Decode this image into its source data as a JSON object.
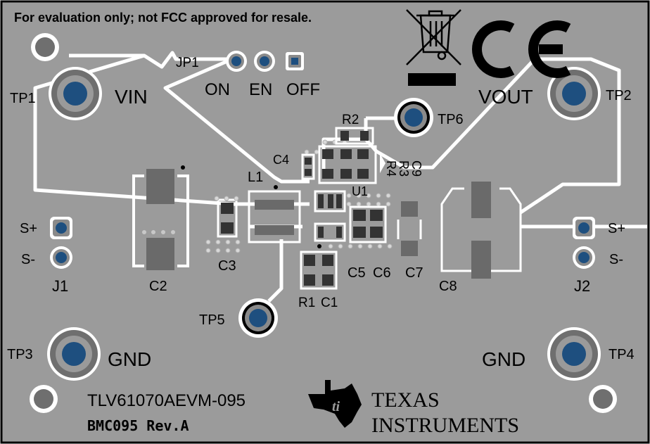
{
  "board": {
    "background": "#9b9b9b",
    "trace_color": "#ffffff",
    "via_color": "#d8d8d8",
    "pad_color": "#1e4f7f",
    "disclaimer": "For evaluation only; not FCC approved for resale.",
    "part_number": "TLV61070AEVM-095",
    "revision": "BMC095 Rev.A",
    "logo_top": "TEXAS",
    "logo_bottom": "INSTRUMENTS"
  },
  "labels": {
    "vin": "VIN",
    "vout": "VOUT",
    "gnd_left": "GND",
    "gnd_right": "GND",
    "tp1": "TP1",
    "tp2": "TP2",
    "tp3": "TP3",
    "tp4": "TP4",
    "tp5": "TP5",
    "tp6": "TP6",
    "jp1": "JP1",
    "on": "ON",
    "en": "EN",
    "off": "OFF",
    "s_plus_left": "S+",
    "s_minus_left": "S-",
    "j1": "J1",
    "s_plus_right": "S+",
    "s_minus_right": "S-",
    "j2": "J2",
    "c2": "C2",
    "c3": "C3",
    "c4": "C4",
    "c5": "C5",
    "c6": "C6",
    "c7": "C7",
    "c8": "C8",
    "c9": "C9",
    "l1": "L1",
    "u1": "U1",
    "r1": "R1",
    "c1": "C1",
    "r2": "R2",
    "r3": "R3",
    "r4": "R4"
  },
  "marks": {
    "weee_icon": "weee-bin-icon",
    "ce_icon": "ce-mark-icon",
    "ti_logo_icon": "ti-logo-icon"
  }
}
